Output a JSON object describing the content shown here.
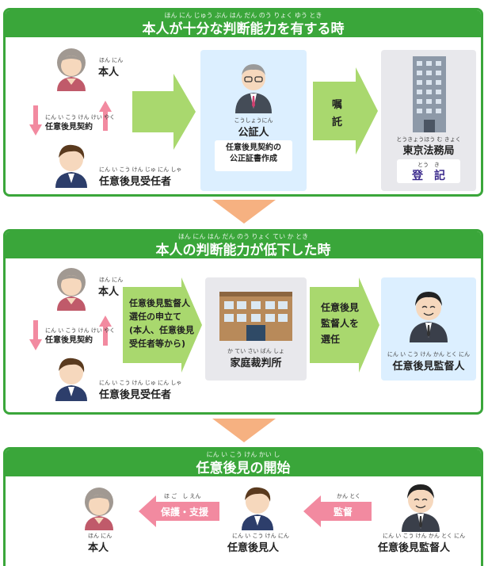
{
  "section1": {
    "ruby": "ほん にん じゅう ぶん はん だん のう りょく ゆう とき",
    "title": "本人が十分な判断能力を有する時",
    "honnin": "本人",
    "honnin_ruby": "ほん にん",
    "contract": "任意後見契約",
    "contract_ruby": "にん い こう けん けい やく",
    "trustee": "任意後見受任者",
    "trustee_ruby": "にん い こう けん じゅ にん しゃ",
    "notary": "公証人",
    "notary_ruby": "こうしょうにん",
    "notary_doc_line1": "任意後見契約の",
    "notary_doc_line2": "公正証書作成",
    "request_1": "嘱",
    "request_2": "託",
    "bureau": "東京法務局",
    "bureau_ruby": "とうきょうほう む きょく",
    "registration": "登　記",
    "registration_ruby": "とう　き"
  },
  "section2": {
    "ruby": "ほん にん はん だん のう りょく てい か とき",
    "title": "本人の判断能力が低下した時",
    "honnin": "本人",
    "honnin_ruby": "ほん にん",
    "contract": "任意後見契約",
    "contract_ruby": "にん い こう けん けい やく",
    "trustee": "任意後見受任者",
    "trustee_ruby": "にん い こう けん じゅ にん しゃ",
    "application_lines": [
      "任意後見監督人",
      "選任の申立て",
      "(本人、任意後見",
      "受任者等から)"
    ],
    "court": "家庭裁判所",
    "court_ruby": "か てい さい ばん しょ",
    "appoint_lines": [
      "任意後見",
      "監督人を",
      "選任"
    ],
    "supervisor": "任意後見監督人",
    "supervisor_ruby": "にん い こう けん かん とく にん"
  },
  "section3": {
    "ruby": "にん い こう けん かい し",
    "title": "任意後見の開始",
    "honnin": "本人",
    "honnin_ruby": "ほん にん",
    "protect": "保護・支援",
    "protect_ruby": "ほ ご　し えん",
    "guardian": "任意後見人",
    "guardian_ruby": "にん い こう けん にん",
    "supervise": "監督",
    "supervise_ruby": "かん とく",
    "supervisor": "任意後見監督人",
    "supervisor_ruby": "にん い こう けん かん とく にん"
  },
  "colors": {
    "green": "#3aa63a",
    "light_green": "#a9d86e",
    "pink": "#f28aa0",
    "orange": "#f5a36b",
    "blue_box": "#dcefff",
    "gray_box": "#e8e8ec",
    "registration_text": "#3b2a8c"
  }
}
